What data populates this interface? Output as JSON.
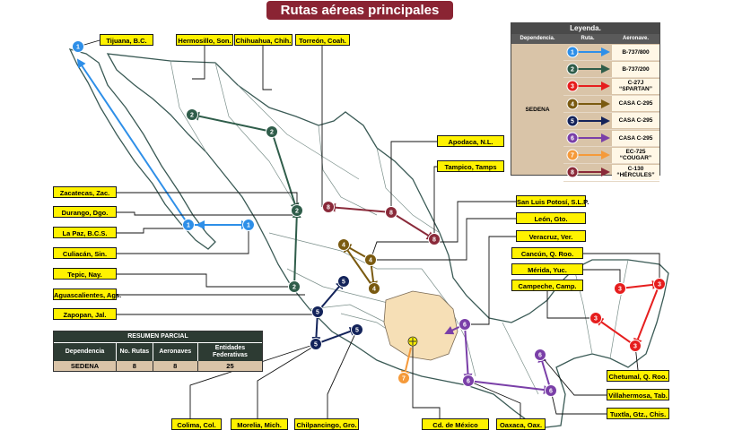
{
  "title": "Rutas aéreas principales",
  "legend": {
    "title": "Leyenda.",
    "col_dependencia": "Dependencia.",
    "col_ruta": "Ruta.",
    "col_aeronave": "Aeronave.",
    "dependencia": "SEDENA",
    "rows": [
      {
        "route": "1",
        "color": "#2e8fe8",
        "aircraft": "B-737/800"
      },
      {
        "route": "2",
        "color": "#2f5d4a",
        "aircraft": "B-737/200"
      },
      {
        "route": "3",
        "color": "#e61e1e",
        "aircraft": "C-27J\n“SPARTAN”"
      },
      {
        "route": "4",
        "color": "#7a5a10",
        "aircraft": "CASA C-295"
      },
      {
        "route": "5",
        "color": "#13235a",
        "aircraft": "CASA C-295"
      },
      {
        "route": "6",
        "color": "#7a3fa8",
        "aircraft": "CASA C-295"
      },
      {
        "route": "7",
        "color": "#f59a3a",
        "aircraft": "EC-725\n“COUGAR”"
      },
      {
        "route": "8",
        "color": "#8a2a3a",
        "aircraft": "C-130\n“HÉRCULES”"
      }
    ]
  },
  "summary": {
    "title": "RESUMEN PARCIAL",
    "headers": [
      "Dependencia",
      "No. Rutas",
      "Aeronaves",
      "Entidades Federativas"
    ],
    "values": [
      "SEDENA",
      "8",
      "8",
      "25"
    ]
  },
  "labels": {
    "tijuana": "Tijuana, B.C.",
    "hermosillo": "Hermosillo, Son.",
    "chihuahua": "Chihuahua, Chih.",
    "torreon": "Torreón, Coah.",
    "apodaca": "Apodaca, N.L.",
    "tampico": "Tampico, Tamps",
    "zacatecas": "Zacatecas, Zac.",
    "durango": "Durango, Dgo.",
    "lapaz": "La Paz, B.C.S.",
    "culiacan": "Culiacán, Sin.",
    "slp": "San Luis Potosí, S.L.P.",
    "leon": "León, Gto.",
    "veracruz": "Veracruz, Ver.",
    "cancun": "Cancún, Q. Roo.",
    "merida": "Mérida, Yuc.",
    "campeche": "Campeche, Camp.",
    "tepic": "Tepic, Nay.",
    "aguascalientes": "Aguascalientes, Ags.",
    "zapopan": "Zapopan, Jal.",
    "chetumal": "Chetumal, Q. Roo.",
    "villahermosa": "Villahermosa, Tab.",
    "tuxtla": "Tuxtla, Gtz., Chis.",
    "colima": "Colima, Col.",
    "morelia": "Morelia, Mich.",
    "chilpancingo": "Chilpancingo, Gro.",
    "cdmx": "Cd. de México",
    "oaxaca": "Oaxaca, Oax."
  },
  "route_colors": {
    "r1": "#2e8fe8",
    "r2": "#2f5d4a",
    "r3": "#e61e1e",
    "r4": "#7a5a10",
    "r5": "#13235a",
    "r6": "#7a3fa8",
    "r7": "#f59a3a",
    "r8": "#8a2a3a"
  },
  "node_labels": [
    "1",
    "2",
    "3",
    "4",
    "5",
    "6",
    "7",
    "8"
  ]
}
